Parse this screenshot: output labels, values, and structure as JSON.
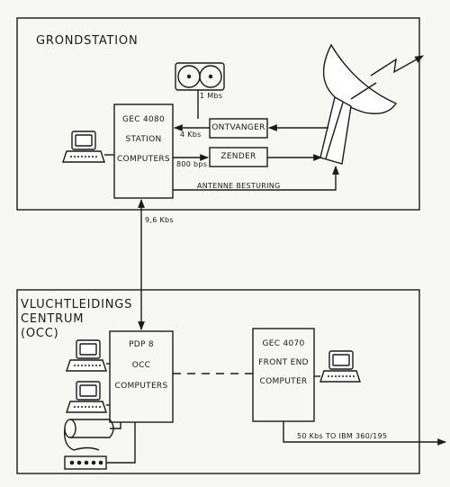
{
  "ground_station": {
    "title": "GRONDSTATION",
    "computer": [
      "GEC 4080",
      "STATION",
      "COMPUTERS"
    ],
    "receiver": "ONTVANGER",
    "transmitter": "ZENDER",
    "antenna_control": "ANTENNE BESTURING",
    "rate_tape": "1 Mbs",
    "rate_receiver": "4 Kbs",
    "rate_transmitter": "800 bps"
  },
  "link_rate": "9,6 Kbs",
  "control_centre": {
    "title": [
      "VLUCHTLEIDINGS",
      "CENTRUM",
      "(OCC)"
    ],
    "occ_computer": [
      "PDP 8",
      "OCC",
      "COMPUTERS"
    ],
    "front_end": [
      "GEC 4070",
      "FRONT END",
      "COMPUTER"
    ],
    "ibm_link": "50 Kbs TO IBM 360/195"
  },
  "icons": [
    "satellite-dish-icon",
    "tape-drive-icon",
    "terminal-icon",
    "printer-icon",
    "control-panel-icon"
  ]
}
